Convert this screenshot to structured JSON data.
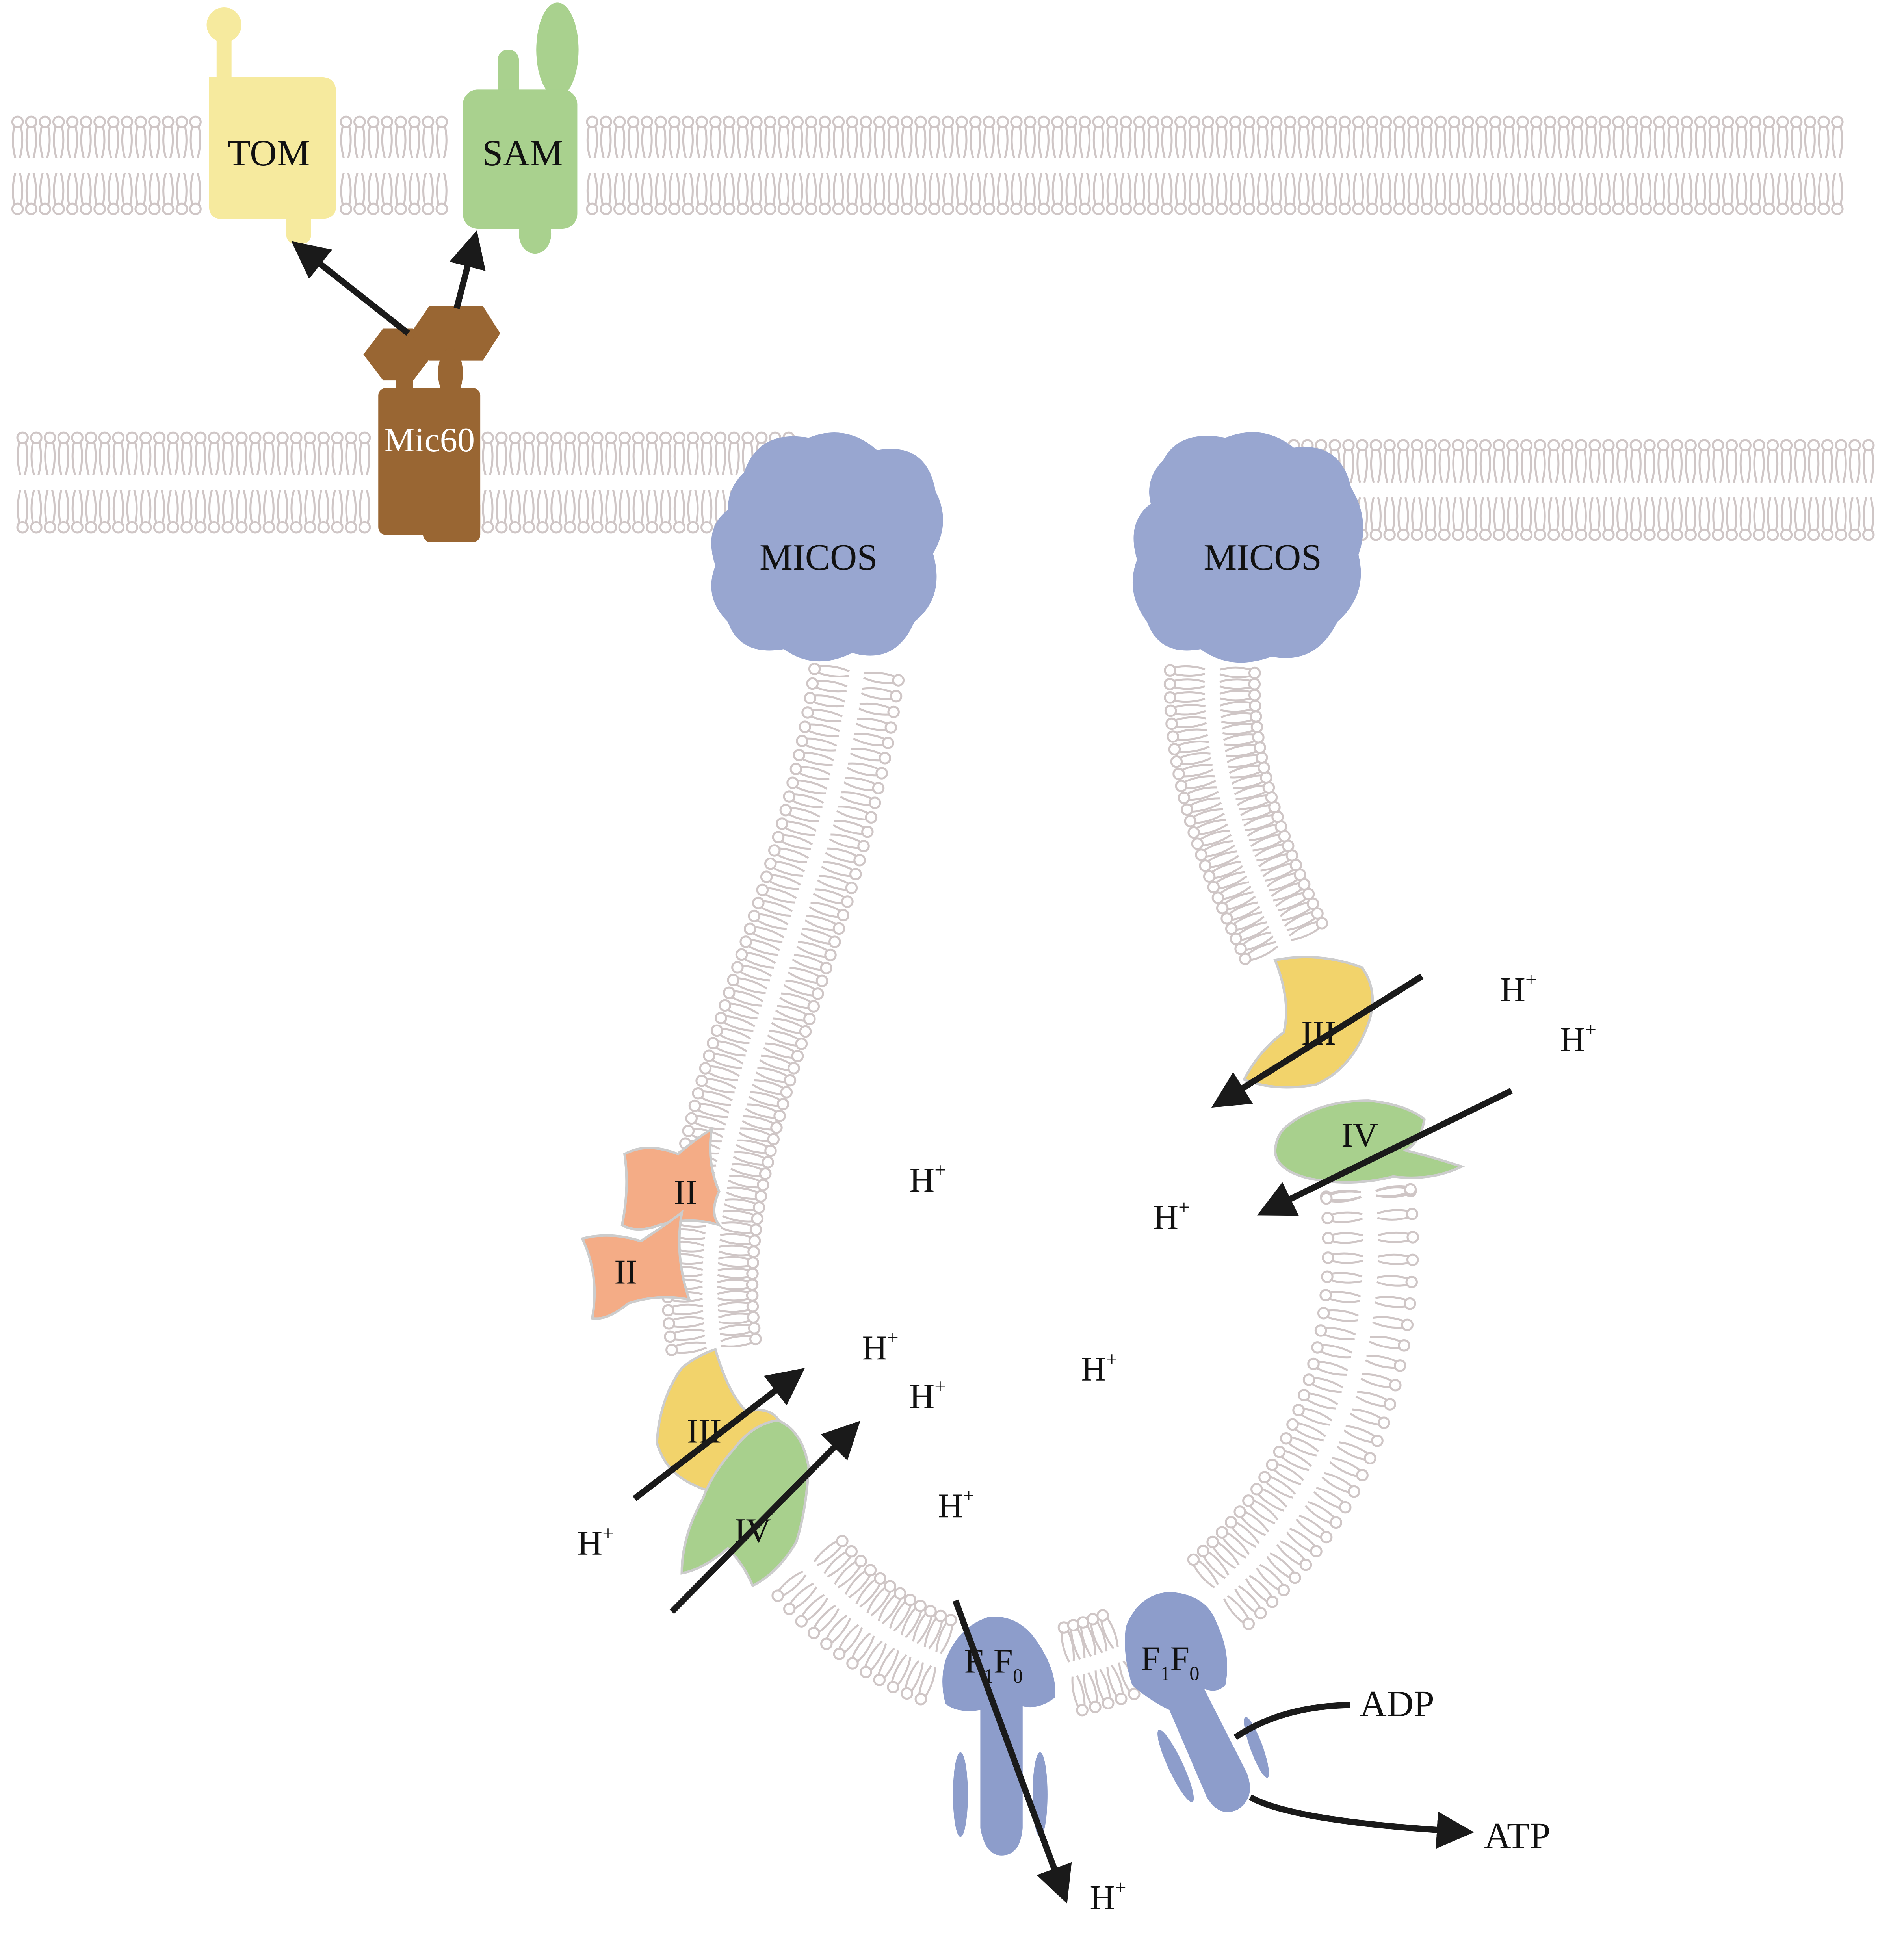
{
  "proteins": {
    "tom": "TOM",
    "sam": "SAM",
    "mic60": "Mic60",
    "micos_left": "MICOS",
    "micos_right": "MICOS",
    "complex_ii_a": "II",
    "complex_ii_b": "II",
    "complex_iii_left": "III",
    "complex_iv_left": "IV",
    "complex_iii_right": "III",
    "complex_iv_right": "IV",
    "atp_synthase_left": {
      "main": "F",
      "sub1": "1",
      "main2": "F",
      "sub2": "0"
    },
    "atp_synthase_right": {
      "main": "F",
      "sub1": "1",
      "main2": "F",
      "sub2": "0"
    }
  },
  "ions": {
    "proton": "H",
    "charge": "+"
  },
  "molecules": {
    "adp": "ADP",
    "atp": "ATP"
  },
  "colors": {
    "membrane": "#cfc6c6",
    "tom": "#f6ea9e",
    "sam": "#a9d18e",
    "mic60": "#996633",
    "micos": "#98a6d0",
    "complex_ii": "#f4ac86",
    "complex_iii": "#f2d36b",
    "complex_iv": "#a8d08d",
    "atp_synthase": "#8d9dcb"
  }
}
